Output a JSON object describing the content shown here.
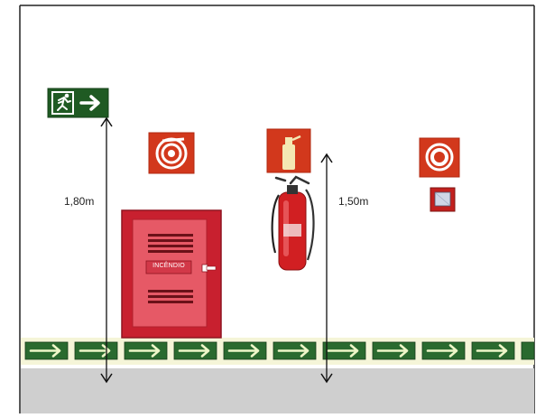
{
  "measurements": {
    "exit_sign_height": "1,80m",
    "extinguisher_height": "1,50m"
  },
  "hose_cabinet": {
    "label": "INCÊNDIO"
  },
  "colors": {
    "sign_red": "#c8201e",
    "exit_green": "#1f5a23",
    "floor_grey": "#cfcfcf",
    "stripe_yellow": "#f2f2cc"
  },
  "icons": [
    "running-man-exit-icon",
    "fire-hose-reel-icon",
    "fire-extinguisher-icon",
    "fire-alarm-icon",
    "alarm-button-icon"
  ]
}
